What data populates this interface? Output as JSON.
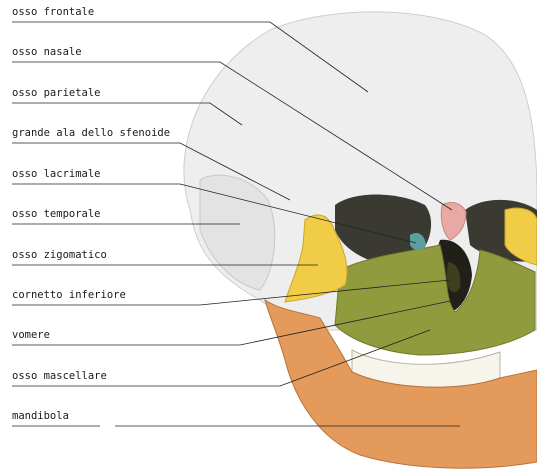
{
  "labels": [
    "osso frontale",
    "osso nasale",
    "osso parietale",
    "grande ala dello sfenoide",
    "osso lacrimale",
    "osso temporale",
    "osso zigomatico",
    "cornetto inferiore",
    "vomere",
    "osso mascellare",
    "mandibola"
  ],
  "colors": {
    "skull": "#efeeee",
    "zygomatic": "#f1cd47",
    "maxilla": "#8f9b3c",
    "mandible": "#e39a5b",
    "nasal": "#e8a9a5",
    "lacrimal": "#5d9ea0",
    "vomer": "#3d3f1f",
    "leader": "#222222"
  }
}
